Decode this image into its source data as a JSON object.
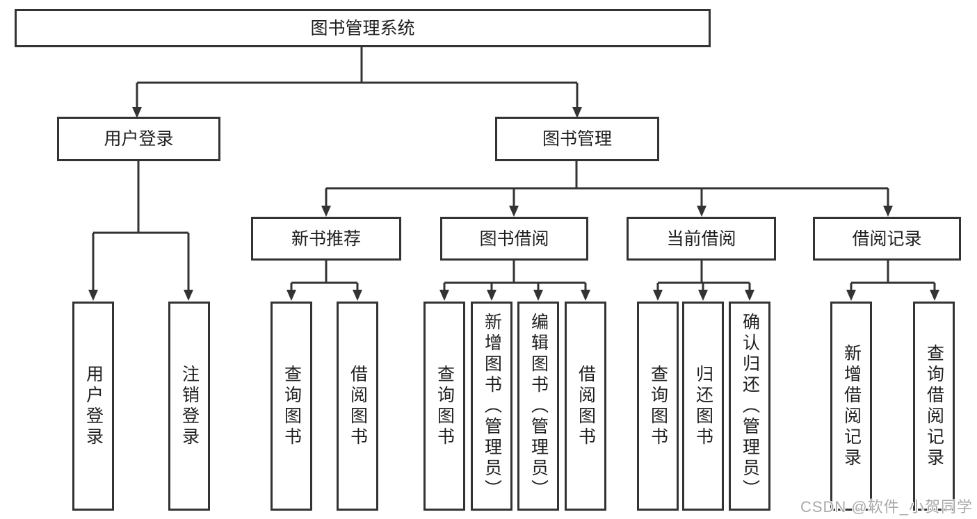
{
  "tree": {
    "root": {
      "label": "图书管理系统",
      "children": [
        {
          "label": "用户登录",
          "children": [
            {
              "label": "用户登录"
            },
            {
              "label": "注销登录"
            }
          ]
        },
        {
          "label": "图书管理",
          "children": [
            {
              "label": "新书推荐",
              "children": [
                {
                  "label": "查询图书"
                },
                {
                  "label": "借阅图书"
                }
              ]
            },
            {
              "label": "图书借阅",
              "children": [
                {
                  "label": "查询图书"
                },
                {
                  "label": "新增图书（管理员）"
                },
                {
                  "label": "编辑图书（管理员）"
                },
                {
                  "label": "借阅图书"
                }
              ]
            },
            {
              "label": "当前借阅",
              "children": [
                {
                  "label": "查询图书"
                },
                {
                  "label": "归还图书"
                },
                {
                  "label": "确认归还（管理员）"
                }
              ]
            },
            {
              "label": "借阅记录",
              "children": [
                {
                  "label": "新增借阅记录"
                },
                {
                  "label": "查询借阅记录"
                }
              ]
            }
          ]
        }
      ]
    }
  },
  "watermark": "CSDN @软件_小贺同学",
  "colors": {
    "line": "#333333",
    "text": "#1f1f1f",
    "background": "#ffffff",
    "watermark": "#a9a9a9"
  }
}
